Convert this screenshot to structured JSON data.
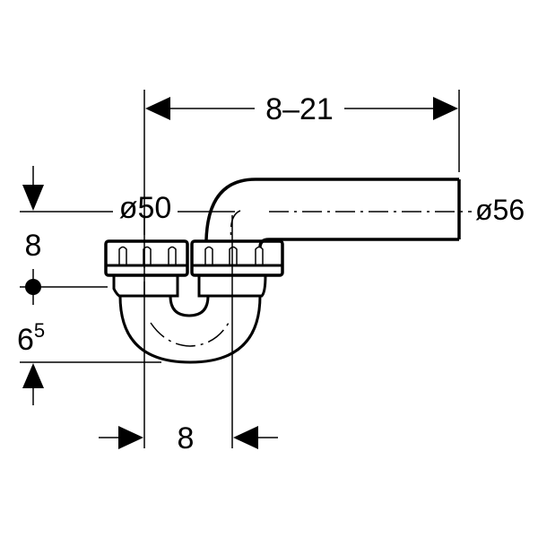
{
  "drawing": {
    "dim_top": "8–21",
    "dim_outlet_diameter": "ø56",
    "dim_inlet_diameter": "ø50",
    "dim_left_upper": "8",
    "dim_left_lower_base": "6",
    "dim_left_lower_sup": "5",
    "dim_bottom": "8",
    "line_color": "#000000"
  }
}
